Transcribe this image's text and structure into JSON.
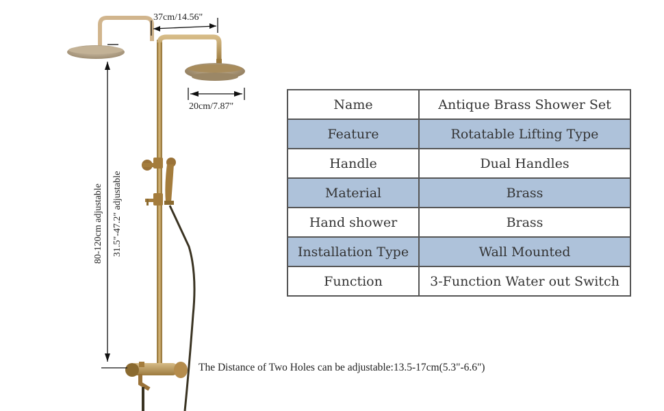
{
  "product_diagram": {
    "dimensions": {
      "arm_length": "37cm/14.56\"",
      "head_diameter": "20cm/7.87\"",
      "height_cm": "80-120cm adjustable",
      "height_in": "31.5\"-47.2\" adjustable"
    },
    "note": "The Distance of Two Holes can be adjustable:13.5-17cm(5.3\"-6.6\")"
  },
  "spec_table": {
    "rows": [
      {
        "key": "Name",
        "value": "Antique Brass Shower Set",
        "shaded": false
      },
      {
        "key": "Feature",
        "value": "Rotatable Lifting Type",
        "shaded": true
      },
      {
        "key": "Handle",
        "value": "Dual Handles",
        "shaded": false
      },
      {
        "key": "Material",
        "value": "Brass",
        "shaded": true
      },
      {
        "key": "Hand shower",
        "value": "Brass",
        "shaded": false
      },
      {
        "key": "Installation Type",
        "value": "Wall Mounted",
        "shaded": true
      },
      {
        "key": "Function",
        "value": "3-Function Water out Switch",
        "shaded": false
      }
    ]
  },
  "colors": {
    "shade": "#aec2da",
    "brass": "#b08a4a",
    "border": "#555555"
  }
}
